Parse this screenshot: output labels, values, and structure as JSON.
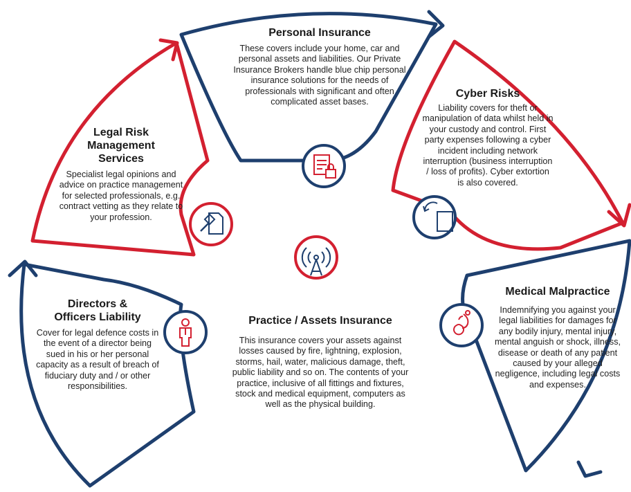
{
  "colors": {
    "navy": "#1e3f6e",
    "red": "#d32030",
    "text": "#222222"
  },
  "sections": {
    "personal": {
      "title": "Personal Insurance",
      "body": "These covers include your home, car and personal assets and liabilities. Our Private Insurance Brokers handle blue chip personal insurance solutions for the needs of professionals with significant and often complicated asset bases.",
      "icon": "document-lock-icon"
    },
    "cyber": {
      "title": "Cyber Risks",
      "body": "Liability covers for theft or manipulation of data whilst held in your custody and control. First party expenses following a cyber incident including network interruption (business interruption / loss of profits). Cyber extortion is also covered.",
      "icon": "restore-document-icon"
    },
    "legal": {
      "title": "Legal Risk Management Services",
      "body": "Specialist legal opinions and advice on practice management for selected professionals, e.g. contract vetting as they relate to your profession.",
      "icon": "gavel-document-icon"
    },
    "practice": {
      "title": "Practice / Assets Insurance",
      "body": "This insurance covers your assets against losses caused by fire, lightning, explosion, storms, hail, water, malicious damage, theft, public liability and so on. The contents of your practice, inclusive of all fittings and fixtures, stock and medical equipment, computers as well as the physical building.",
      "icon": "broadcast-tower-icon"
    },
    "directors": {
      "title": "Directors & Officers Liability",
      "body": "Cover for legal defence costs in the event of a director being sued in his or her personal capacity as a result of breach of fiduciary duty and / or other responsibilities.",
      "icon": "businessman-icon"
    },
    "medical": {
      "title": "Medical Malpractice",
      "body": "Indemnifying you against your legal liabilities for damages for any bodily injury, mental injury, mental anguish or shock, illness, disease or death of any patient caused by your alleged negligence, including legal costs and expenses.",
      "icon": "stethoscope-apple-icon"
    }
  }
}
